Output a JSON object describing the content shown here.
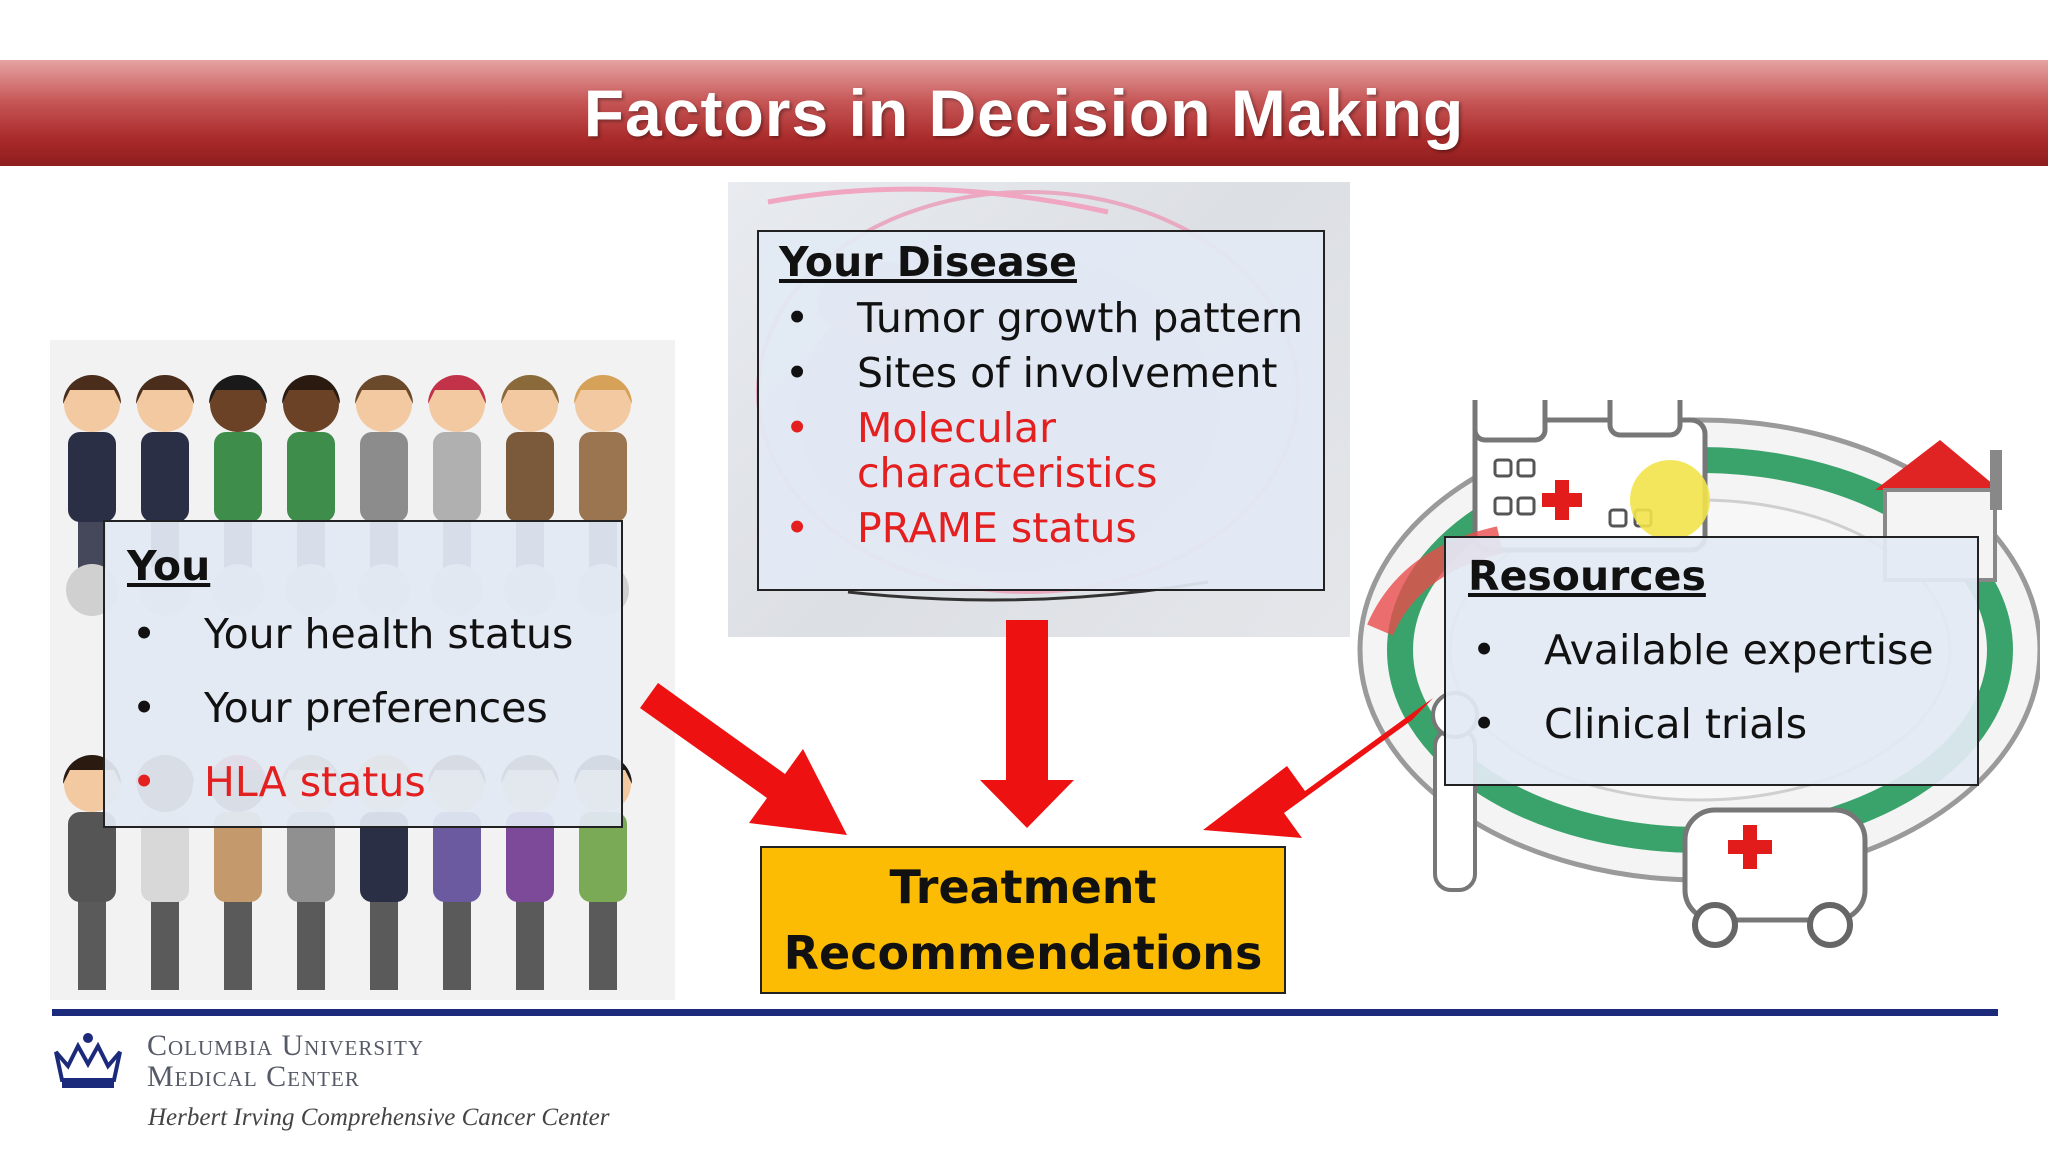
{
  "title": "Factors in Decision Making",
  "you_box": {
    "heading": "You",
    "items": [
      {
        "text": "Your health status",
        "highlight": false
      },
      {
        "text": "Your preferences",
        "highlight": false
      },
      {
        "text": "HLA status",
        "highlight": true
      }
    ]
  },
  "disease_box": {
    "heading": "Your Disease",
    "items": [
      {
        "text": "Tumor growth pattern",
        "highlight": false
      },
      {
        "text": "Sites of involvement",
        "highlight": false
      },
      {
        "text": "Molecular characteristics",
        "highlight": true
      },
      {
        "text": "PRAME status",
        "highlight": true
      }
    ]
  },
  "resources_box": {
    "heading": "Resources",
    "items": [
      {
        "text": "Available expertise",
        "highlight": false
      },
      {
        "text": "Clinical trials",
        "highlight": false
      }
    ]
  },
  "outcome_box": {
    "line1": "Treatment",
    "line2": "Recommendations"
  },
  "footer": {
    "org_line1": "Columbia University",
    "org_line2": "Medical Center",
    "subtitle": "Herbert Irving Comprehensive Cancer Center"
  },
  "bullet_symbol": "•",
  "colors": {
    "title_bar": "#a92a2a",
    "highlight_text": "#e41f1f",
    "arrow": "#ee1111",
    "outcome_fill": "#fcbc04",
    "footer_rule": "#1b2a7a"
  },
  "icons": {
    "people": "crowd-illustration",
    "disease": "cell-microscopy-image",
    "resources": "hospital-illustration",
    "logo": "crown-icon"
  }
}
